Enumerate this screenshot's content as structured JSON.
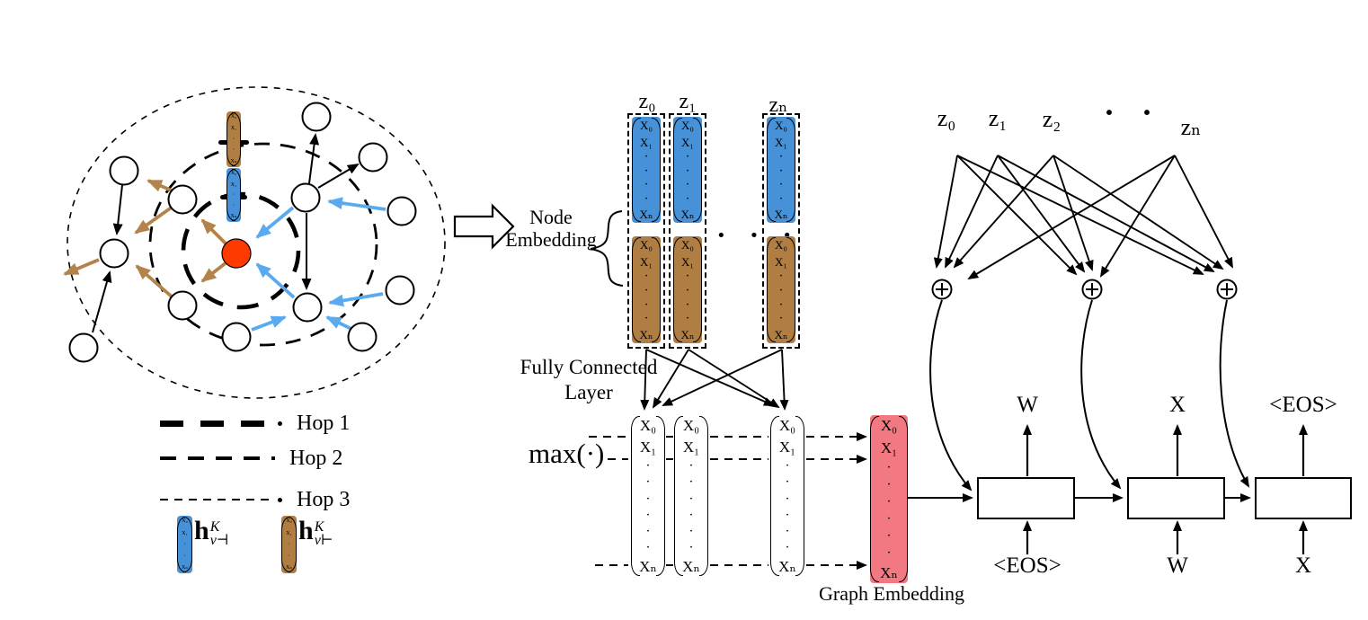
{
  "colors": {
    "blue": "#4691D7",
    "brown": "#B07D42",
    "pink": "#F27882",
    "arrow_blue": "#5AAAF0",
    "arrow_brown": "#B3824C",
    "node_red": "#FF3A00"
  },
  "cells_md": [
    "X₀",
    "X₁",
    "·",
    "·",
    "·",
    "·",
    "Xₙ"
  ],
  "cells_lg": [
    "X₀",
    "X₁",
    "·",
    "·",
    "·",
    "·",
    "·",
    "·",
    "Xₙ"
  ],
  "cells_xs": [
    "X₀",
    "X₁",
    "·",
    "·",
    "Xₙ"
  ],
  "graph_panel": {
    "legend": [
      {
        "label": "Hop 1"
      },
      {
        "label": "Hop 2"
      },
      {
        "label": "Hop 3"
      }
    ],
    "legend_vectors": [
      {
        "color": "blue",
        "base": "h",
        "sup": "K",
        "sub": "v⊣"
      },
      {
        "color": "brown",
        "base": "h",
        "sup": "K",
        "sub": "v⊢"
      }
    ]
  },
  "embedding_panel": {
    "col_labels": [
      "z₀",
      "z₁",
      "zₙ"
    ],
    "dots": "· · ·",
    "node_embedding_line1": "Node",
    "node_embedding_line2": "Embedding",
    "fully_connected_line1": "Fully Connected",
    "fully_connected_line2": "Layer",
    "max_label": "max(·)",
    "graph_embedding_label": "Graph Embedding"
  },
  "decoder_panel": {
    "z_labels": [
      "z₀",
      "z₁",
      "z₂",
      "zₙ"
    ],
    "dots": [
      "·",
      "·"
    ],
    "sum_symbol": "⊕",
    "cells": [
      {
        "output": "W",
        "input": "<EOS>"
      },
      {
        "output": "X",
        "input": "W"
      },
      {
        "output": "<EOS>",
        "input": "X"
      }
    ]
  }
}
